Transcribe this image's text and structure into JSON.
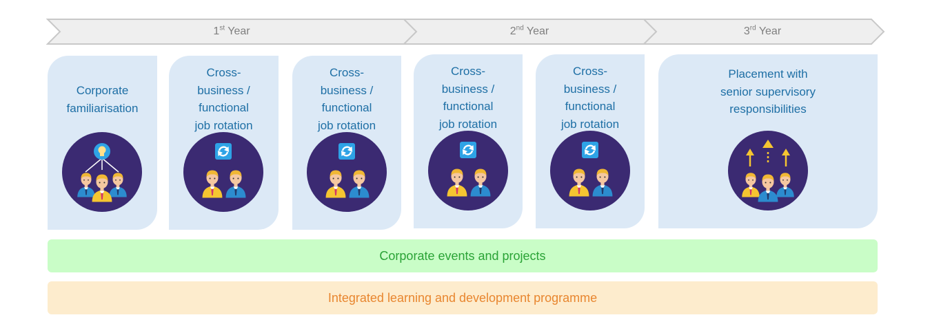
{
  "timeline": {
    "years": [
      {
        "num": "1",
        "sup": "st",
        "word": "Year"
      },
      {
        "num": "2",
        "sup": "nd",
        "word": "Year"
      },
      {
        "num": "3",
        "sup": "rd",
        "word": "Year"
      }
    ]
  },
  "stages": [
    {
      "title": "Corporate\nfamiliarisation",
      "icon": "team-idea-icon"
    },
    {
      "title": "Cross-\nbusiness /\nfunctional\njob rotation",
      "icon": "rotation-icon"
    },
    {
      "title": "Cross-\nbusiness  /\nfunctional\njob rotation",
      "icon": "rotation-icon"
    },
    {
      "title": "Cross-\nbusiness  /\nfunctional\njob rotation",
      "icon": "rotation-icon"
    },
    {
      "title": "Cross-\nbusiness  /\nfunctional\njob rotation",
      "icon": "rotation-icon"
    },
    {
      "title": "Placement with\nsenior supervisory\nresponsibilities",
      "icon": "promotion-icon"
    }
  ],
  "bands": {
    "events": "Corporate events and projects",
    "learning": "Integrated learning and development programme"
  },
  "colors": {
    "card": "#dce9f6",
    "title_text": "#1e6fa5",
    "badge": "#3b2a72",
    "events_band": "#c9fdc7",
    "events_text": "#2aa336",
    "learning_band": "#fdeccd",
    "learning_text": "#e8862f"
  }
}
